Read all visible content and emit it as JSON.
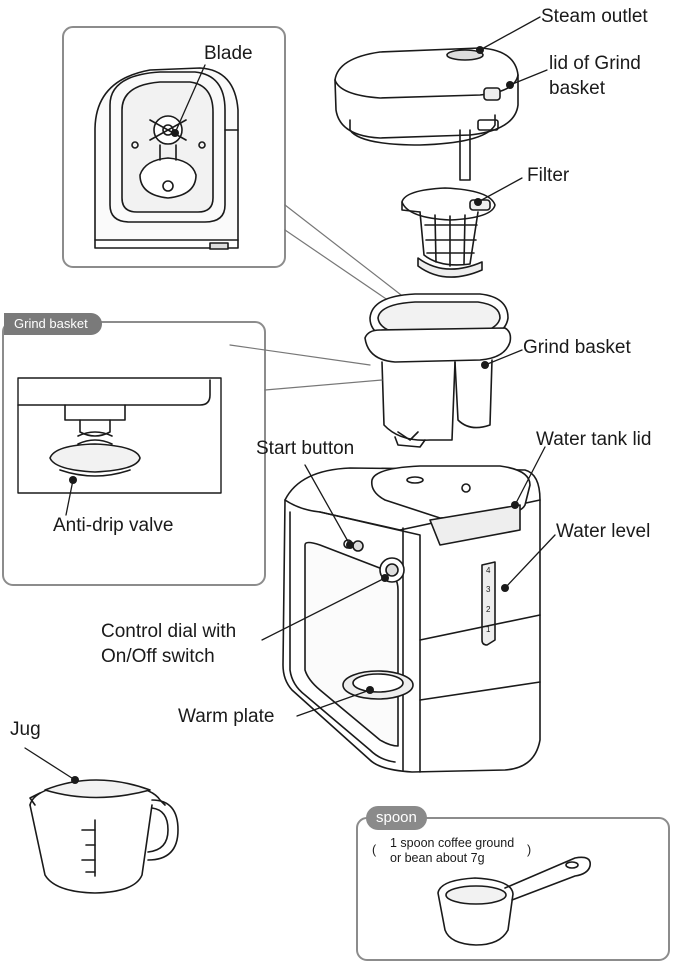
{
  "labels": {
    "steam_outlet": "Steam outlet",
    "lid_grind_basket_1": "lid of Grind",
    "lid_grind_basket_2": "basket",
    "filter": "Filter",
    "grind_basket": "Grind basket",
    "blade": "Blade",
    "water_tank_lid": "Water tank lid",
    "start_button": "Start button",
    "water_level": "Water level",
    "anti_drip_valve": "Anti-drip valve",
    "control_dial_1": "Control dial with",
    "control_dial_2": "On/Off switch",
    "warm_plate": "Warm plate",
    "jug": "Jug"
  },
  "panels": {
    "grind_basket_tag": "Grind basket",
    "spoon_tag": "spoon",
    "spoon_note_open": "(",
    "spoon_note_1": "1 spoon coffee ground",
    "spoon_note_2": "or bean about 7g",
    "spoon_note_close": ")"
  },
  "scale_marks": [
    "4",
    "3",
    "2",
    "1"
  ],
  "colors": {
    "line": "#1a1a1a",
    "panel_border": "#8c8c8c",
    "tag_bg": "#7a7a7a",
    "fill_light": "#f2f2f2"
  }
}
